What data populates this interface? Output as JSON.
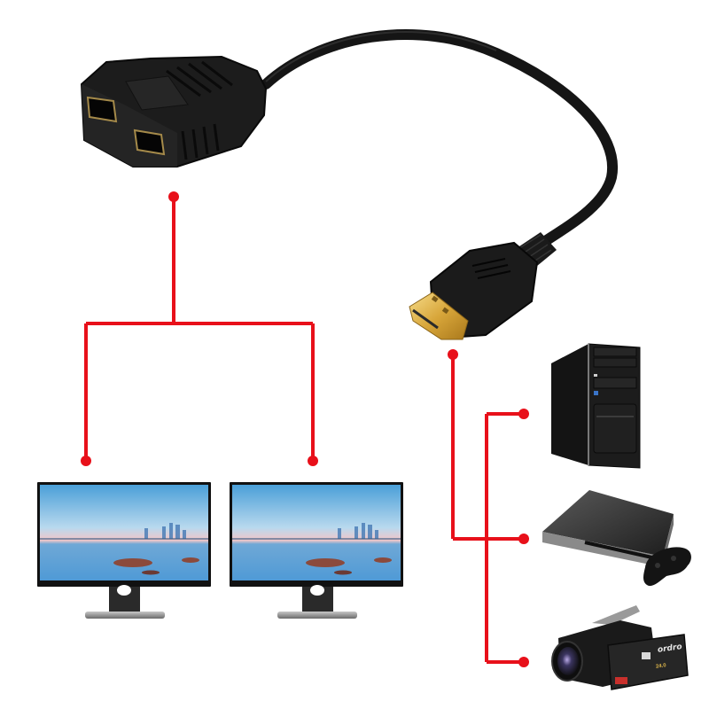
{
  "diagram": {
    "type": "connection-diagram",
    "description": "HDMI 1-in-2-out splitter cable connecting two monitors to a single source",
    "colors": {
      "background": "#ffffff",
      "connector_line": "#e8101a",
      "cable_black": "#141414",
      "gold_plug": "#d9a93a"
    },
    "components": {
      "splitter": {
        "name": "hdmi-splitter-dual-female",
        "ports": 2
      },
      "plug": {
        "name": "hdmi-male-plug"
      },
      "outputs": [
        {
          "name": "monitor-left"
        },
        {
          "name": "monitor-right"
        }
      ],
      "sources": [
        {
          "name": "desktop-pc-tower"
        },
        {
          "name": "game-console"
        },
        {
          "name": "camcorder",
          "brand_text": "ordro",
          "badge_text": "24.0"
        }
      ]
    },
    "connections": [
      {
        "from": "splitter",
        "to": "monitor-left"
      },
      {
        "from": "splitter",
        "to": "monitor-right"
      },
      {
        "from": "hdmi-plug",
        "to": "desktop-pc-tower"
      },
      {
        "from": "hdmi-plug",
        "to": "game-console"
      },
      {
        "from": "hdmi-plug",
        "to": "camcorder"
      }
    ]
  }
}
